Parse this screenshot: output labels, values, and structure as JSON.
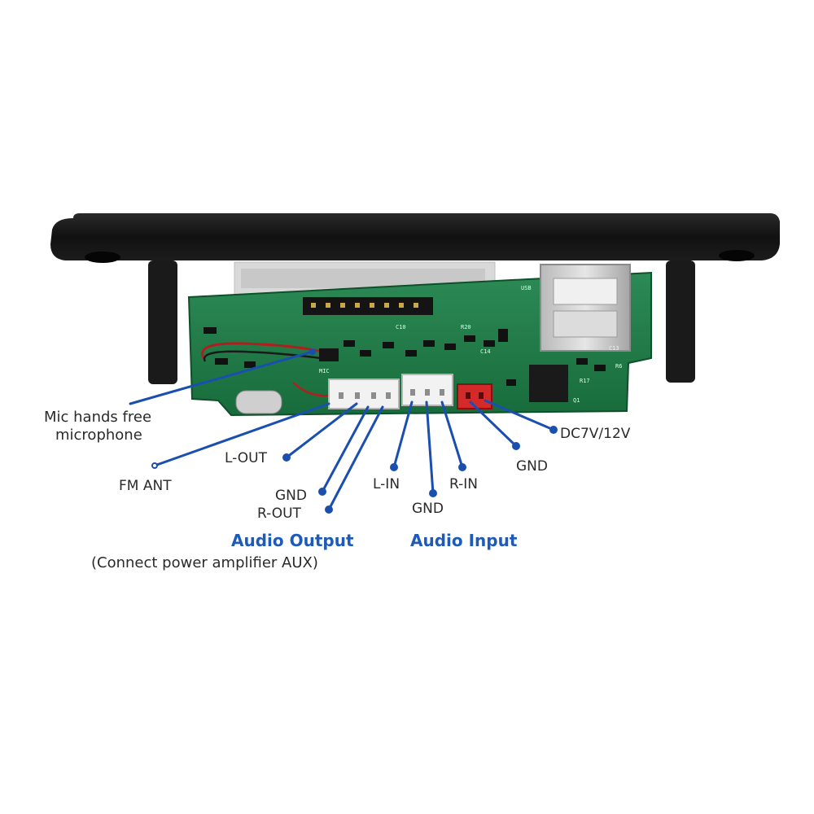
{
  "labels": {
    "mic_line1": "Mic hands free",
    "mic_line2": "microphone",
    "fm_ant": "FM ANT",
    "l_out": "L-OUT",
    "gnd_out": "GND",
    "r_out": "R-OUT",
    "l_in": "L-IN",
    "gnd_in": "GND",
    "r_in": "R-IN",
    "gnd_power": "GND",
    "dc_power": "DC7V/12V"
  },
  "groups": {
    "audio_output_title": "Audio Output",
    "audio_output_note": "(Connect power amplifier AUX)",
    "audio_input_title": "Audio Input"
  },
  "colors": {
    "leader_line": "#1a4fb0",
    "heading": "#1e5bb8",
    "pcb_green": "#1f7a45",
    "panel_black": "#141414"
  },
  "board_silkscreen": {
    "mic": "MIC",
    "usb": "USB",
    "c13": "C13",
    "r17": "R17",
    "c10": "C10",
    "r20": "R20",
    "c14": "C14",
    "r6": "R6",
    "q1": "Q1"
  }
}
